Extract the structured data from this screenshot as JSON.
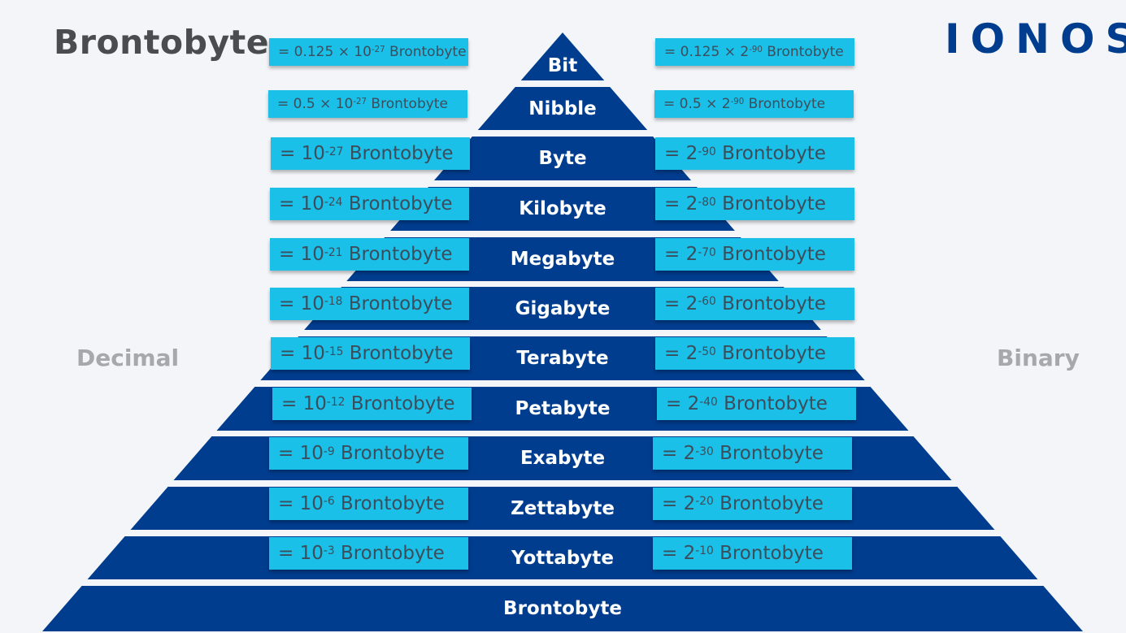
{
  "title": "Brontobyte",
  "logo": "IONOS",
  "side_labels": {
    "decimal": "Decimal",
    "binary": "Binary"
  },
  "colors": {
    "band": "#003d8f",
    "box": "#1ac0e8",
    "background": "#f4f5f8"
  },
  "unit": "Brontobyte",
  "levels": [
    {
      "name": "Bit",
      "decimal": {
        "coef": "0.125",
        "base": "10",
        "exp": "-27"
      },
      "binary": {
        "coef": "0.125",
        "base": "2",
        "exp": "-90"
      }
    },
    {
      "name": "Nibble",
      "decimal": {
        "coef": "0.5",
        "base": "10",
        "exp": "-27"
      },
      "binary": {
        "coef": "0.5",
        "base": "2",
        "exp": "-90"
      }
    },
    {
      "name": "Byte",
      "decimal": {
        "coef": "",
        "base": "10",
        "exp": "-27"
      },
      "binary": {
        "coef": "",
        "base": "2",
        "exp": "-90"
      }
    },
    {
      "name": "Kilobyte",
      "decimal": {
        "coef": "",
        "base": "10",
        "exp": "-24"
      },
      "binary": {
        "coef": "",
        "base": "2",
        "exp": "-80"
      }
    },
    {
      "name": "Megabyte",
      "decimal": {
        "coef": "",
        "base": "10",
        "exp": "-21"
      },
      "binary": {
        "coef": "",
        "base": "2",
        "exp": "-70"
      }
    },
    {
      "name": "Gigabyte",
      "decimal": {
        "coef": "",
        "base": "10",
        "exp": "-18"
      },
      "binary": {
        "coef": "",
        "base": "2",
        "exp": "-60"
      }
    },
    {
      "name": "Terabyte",
      "decimal": {
        "coef": "",
        "base": "10",
        "exp": "-15"
      },
      "binary": {
        "coef": "",
        "base": "2",
        "exp": "-50"
      }
    },
    {
      "name": "Petabyte",
      "decimal": {
        "coef": "",
        "base": "10",
        "exp": "-12"
      },
      "binary": {
        "coef": "",
        "base": "2",
        "exp": "-40"
      }
    },
    {
      "name": "Exabyte",
      "decimal": {
        "coef": "",
        "base": "10",
        "exp": "-9"
      },
      "binary": {
        "coef": "",
        "base": "2",
        "exp": "-30"
      }
    },
    {
      "name": "Zettabyte",
      "decimal": {
        "coef": "",
        "base": "10",
        "exp": "-6"
      },
      "binary": {
        "coef": "",
        "base": "2",
        "exp": "-20"
      }
    },
    {
      "name": "Yottabyte",
      "decimal": {
        "coef": "",
        "base": "10",
        "exp": "-3"
      },
      "binary": {
        "coef": "",
        "base": "2",
        "exp": "-10"
      }
    },
    {
      "name": "Brontobyte"
    }
  ]
}
